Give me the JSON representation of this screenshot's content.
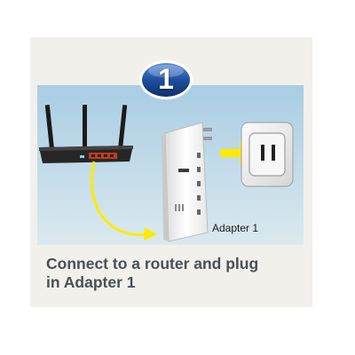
{
  "step": {
    "number": "1"
  },
  "labels": {
    "adapter": "Adapter 1"
  },
  "caption": {
    "line1": "Connect to a router and plug",
    "line2": "in Adapter 1"
  },
  "colors": {
    "background": "#f1f0eb",
    "sky_top": "#a9cde3",
    "sky_bottom": "#d8e8ef",
    "badge": "#1f4fa0",
    "arrow": "#ffea00",
    "caption": "#4a4f57"
  },
  "icons": [
    "router-icon",
    "powerline-adapter-icon",
    "wall-outlet-icon",
    "plug-arrow-icon",
    "cable-arrow-icon"
  ]
}
